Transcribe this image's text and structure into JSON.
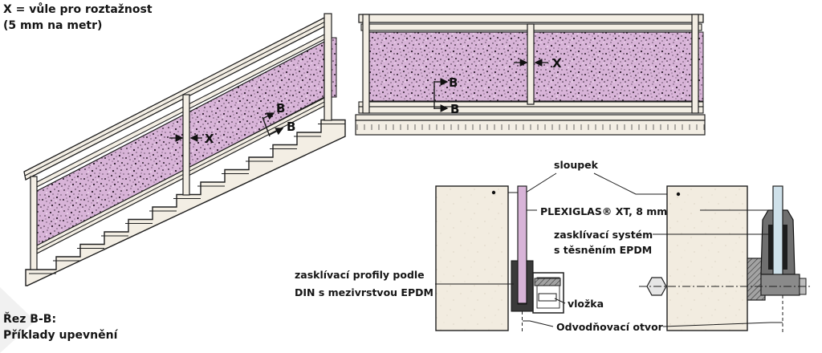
{
  "legend": {
    "line1": "X = vůle pro roztažnost",
    "line2": "(5 mm na metr)"
  },
  "section_caption": {
    "title": "Řez B-B:",
    "subtitle": "Příklady upevnění"
  },
  "marks": {
    "expansion": "X",
    "section": "B"
  },
  "detail_labels": {
    "post": "sloupek",
    "glass": "PLEXIGLAS® XT, 8 mm",
    "system_line1": "zasklívací systém",
    "system_line2": "s těsněním EPDM",
    "profiles_line1": "zasklívací profily podle",
    "profiles_line2": "DIN s mezivrstvou EPDM",
    "insert": "vložka",
    "drain": "Odvodňovací otvor"
  },
  "colors": {
    "glass_pink": "#d8b4d8",
    "glass_clear": "#cfe1ea",
    "post_stone": "#f2ece0",
    "stair_fill": "#f3eee4",
    "clamp_gray": "#6f6f6f"
  }
}
